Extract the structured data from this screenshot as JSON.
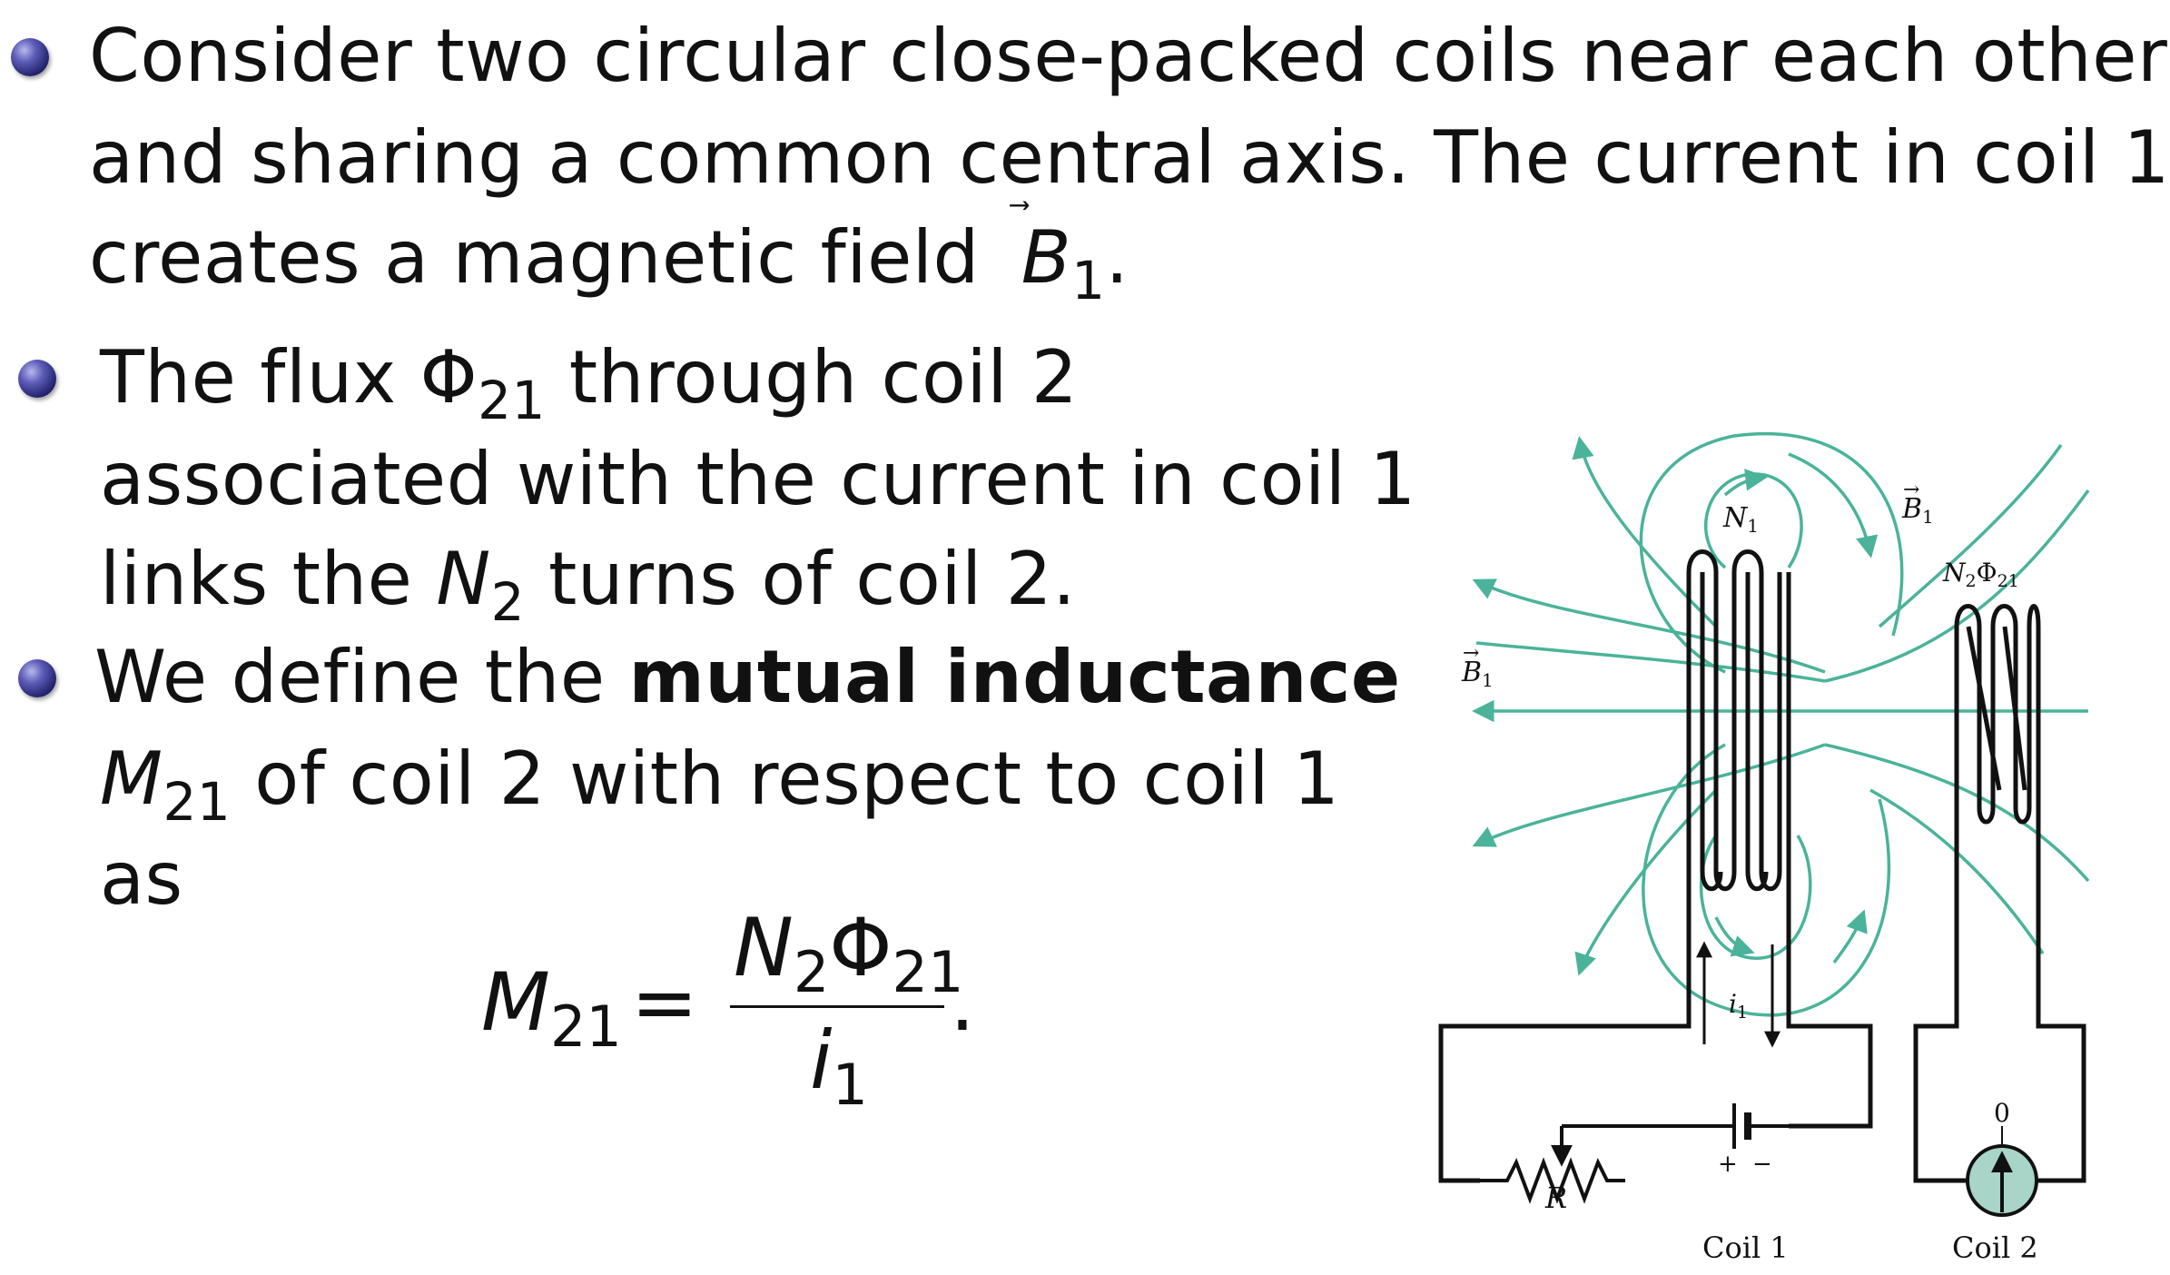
{
  "bullets": [
    {
      "lines": [
        "Consider two circular close-packed coils near each other",
        "and sharing a common central axis. The current in coil 1",
        "creates a magnetic field"
      ],
      "field_symbol": "B",
      "field_sub": "1",
      "end_punct": "."
    },
    {
      "line1_pre": "The flux ",
      "flux_symbol": "Φ",
      "flux_sub": "21",
      "line1_post": " through coil 2",
      "line2": "associated with the current in coil 1",
      "line3_pre": "links the ",
      "n_symbol": "N",
      "n_sub": "2",
      "line3_post": " turns of coil 2."
    },
    {
      "line1_pre": "We define the ",
      "line1_bold": "mutual inductance",
      "m_symbol": "M",
      "m_sub": "21",
      "line2_post": " of coil 2 with respect to coil 1",
      "line3": "as"
    }
  ],
  "equation": {
    "lhs_symbol": "M",
    "lhs_sub": "21",
    "equals": "=",
    "num_n": "N",
    "num_n_sub": "2",
    "num_phi": "Φ",
    "num_phi_sub": "21",
    "den_i": "i",
    "den_i_sub": "1",
    "end": "."
  },
  "figure": {
    "field_label_top": "B",
    "field_label_top_sub": "1",
    "field_label_left": "B",
    "field_label_left_sub": "1",
    "coil1_turns_label": "N",
    "coil1_turns_sub": "1",
    "coil2_flux_label": "N",
    "coil2_flux_sub": "2",
    "coil2_flux_phi": "Φ",
    "coil2_flux_phi_sub": "21",
    "current_label": "i",
    "current_sub": "1",
    "resistor_label": "R",
    "battery_plus": "+",
    "battery_minus": "−",
    "meter_reading": "0",
    "coil1_caption": "Coil 1",
    "coil2_caption": "Coil 2",
    "field_line_color": "#4ab39a",
    "meter_color": "#a8d5c8"
  }
}
